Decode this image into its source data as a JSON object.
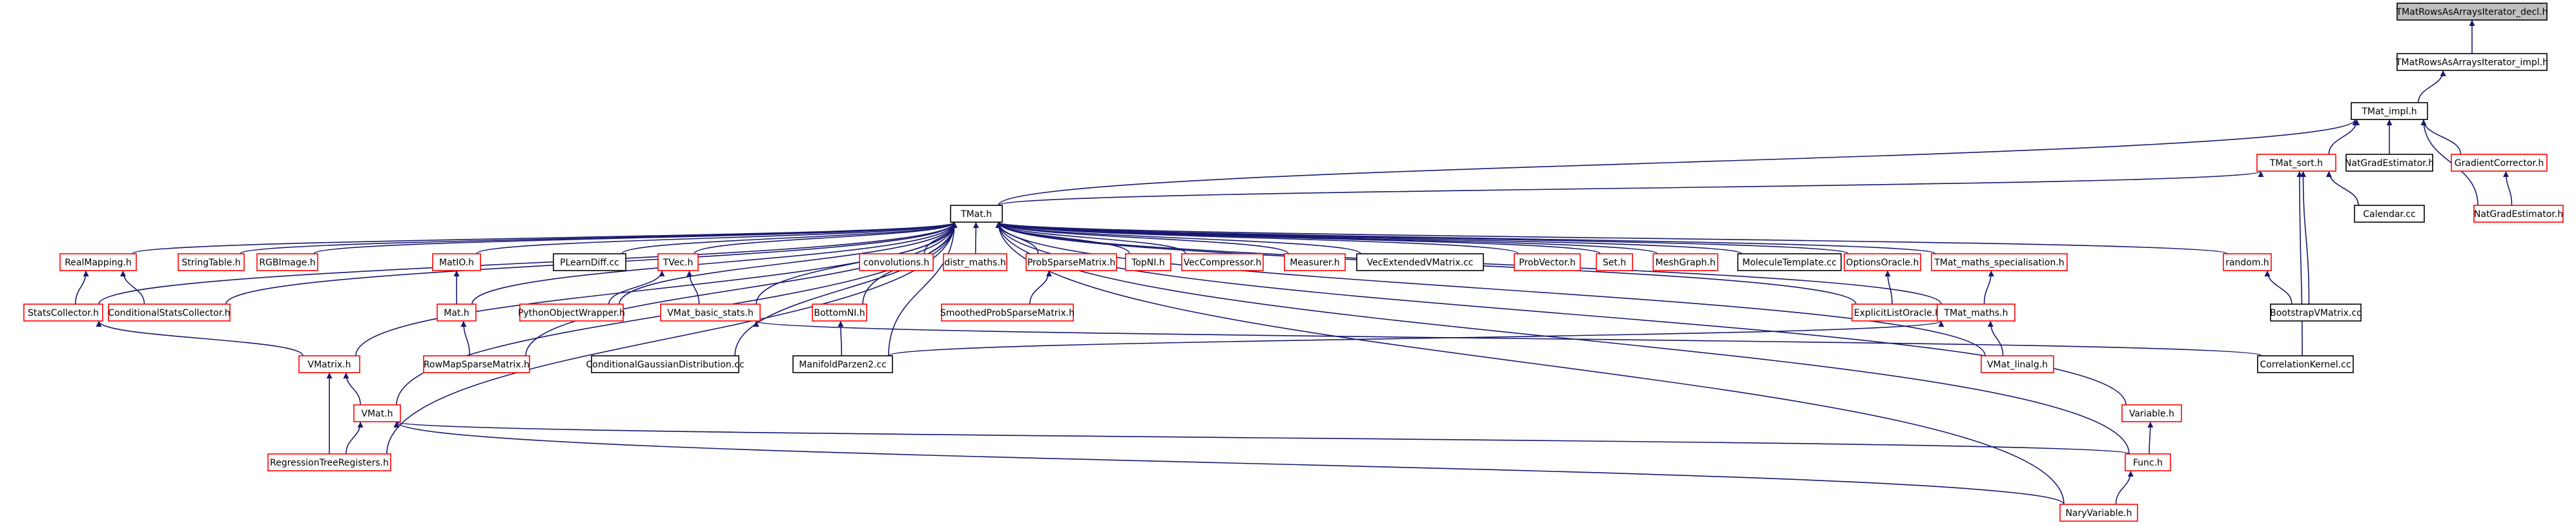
{
  "graph": {
    "type": "include-dependency-graph",
    "colors": {
      "edge": "#191970",
      "root_fill": "#bfbfbf",
      "root_border": "#000000",
      "normal_border": "#000000",
      "truncated_border": "#ff0000",
      "node_fill": "#ffffff"
    },
    "nodes": [
      {
        "id": "root",
        "label": "TMatRowsAsArraysIterator_decl.h",
        "kind": "root"
      },
      {
        "id": "impl_iter",
        "label": "TMatRowsAsArraysIterator_impl.h",
        "kind": "normal"
      },
      {
        "id": "tmat_impl",
        "label": "TMat_impl.h",
        "kind": "normal"
      },
      {
        "id": "tmat_sort",
        "label": "TMat_sort.h",
        "kind": "truncated"
      },
      {
        "id": "natgrad_est",
        "label": "NatGradEstimator.h",
        "kind": "normal"
      },
      {
        "id": "grad_corr",
        "label": "GradientCorrector.h",
        "kind": "truncated"
      },
      {
        "id": "natgrad_est2",
        "label": "NatGradEstimator.h",
        "kind": "truncated"
      },
      {
        "id": "calendar",
        "label": "Calendar.cc",
        "kind": "normal"
      },
      {
        "id": "tmat",
        "label": "TMat.h",
        "kind": "normal"
      },
      {
        "id": "realmapping",
        "label": "RealMapping.h",
        "kind": "truncated"
      },
      {
        "id": "stringtable",
        "label": "StringTable.h",
        "kind": "truncated"
      },
      {
        "id": "rgbimage",
        "label": "RGBImage.h",
        "kind": "truncated"
      },
      {
        "id": "matio",
        "label": "MatIO.h",
        "kind": "truncated"
      },
      {
        "id": "plearndiff",
        "label": "PLearnDiff.cc",
        "kind": "normal"
      },
      {
        "id": "tvec",
        "label": "TVec.h",
        "kind": "truncated"
      },
      {
        "id": "convolutions",
        "label": "convolutions.h",
        "kind": "truncated"
      },
      {
        "id": "distr_maths",
        "label": "distr_maths.h",
        "kind": "truncated"
      },
      {
        "id": "probsparse",
        "label": "ProbSparseMatrix.h",
        "kind": "truncated"
      },
      {
        "id": "topnl",
        "label": "TopNI.h",
        "kind": "truncated"
      },
      {
        "id": "veccomp",
        "label": "VecCompressor.h",
        "kind": "truncated"
      },
      {
        "id": "measurer",
        "label": "Measurer.h",
        "kind": "truncated"
      },
      {
        "id": "vecext",
        "label": "VecExtendedVMatrix.cc",
        "kind": "normal"
      },
      {
        "id": "probvector",
        "label": "ProbVector.h",
        "kind": "truncated"
      },
      {
        "id": "set",
        "label": "Set.h",
        "kind": "truncated"
      },
      {
        "id": "meshgraph",
        "label": "MeshGraph.h",
        "kind": "truncated"
      },
      {
        "id": "moltemplate",
        "label": "MoleculeTemplate.cc",
        "kind": "normal"
      },
      {
        "id": "optoracle",
        "label": "OptionsOracle.h",
        "kind": "truncated"
      },
      {
        "id": "tmat_maths_spec",
        "label": "TMat_maths_specialisation.h",
        "kind": "truncated"
      },
      {
        "id": "random",
        "label": "random.h",
        "kind": "truncated"
      },
      {
        "id": "statscoll",
        "label": "StatsCollector.h",
        "kind": "truncated"
      },
      {
        "id": "condstats",
        "label": "ConditionalStatsCollector.h",
        "kind": "truncated"
      },
      {
        "id": "math",
        "label": "Mat.h",
        "kind": "truncated"
      },
      {
        "id": "pyobjwrap",
        "label": "PythonObjectWrapper.h",
        "kind": "truncated"
      },
      {
        "id": "vmat_basic",
        "label": "VMat_basic_stats.h",
        "kind": "truncated"
      },
      {
        "id": "bottomnl",
        "label": "BottomNI.h",
        "kind": "truncated"
      },
      {
        "id": "smoothprob",
        "label": "SmoothedProbSparseMatrix.h",
        "kind": "truncated"
      },
      {
        "id": "explist",
        "label": "ExplicitListOracle.h",
        "kind": "truncated"
      },
      {
        "id": "tmat_maths",
        "label": "TMat_maths.h",
        "kind": "truncated"
      },
      {
        "id": "bootstrap",
        "label": "BootstrapVMatrix.cc",
        "kind": "normal"
      },
      {
        "id": "vmatrix",
        "label": "VMatrix.h",
        "kind": "truncated"
      },
      {
        "id": "rowmap",
        "label": "RowMapSparseMatrix.h",
        "kind": "truncated"
      },
      {
        "id": "condgauss",
        "label": "ConditionalGaussianDistribution.cc",
        "kind": "normal"
      },
      {
        "id": "manifold",
        "label": "ManifoldParzen2.cc",
        "kind": "normal"
      },
      {
        "id": "vmat_linalg",
        "label": "VMat_linalg.h",
        "kind": "truncated"
      },
      {
        "id": "corrkernel",
        "label": "CorrelationKernel.cc",
        "kind": "normal"
      },
      {
        "id": "vmat",
        "label": "VMat.h",
        "kind": "truncated"
      },
      {
        "id": "variable",
        "label": "Variable.h",
        "kind": "truncated"
      },
      {
        "id": "regtree",
        "label": "RegressionTreeRegisters.h",
        "kind": "truncated"
      },
      {
        "id": "func",
        "label": "Func.h",
        "kind": "truncated"
      },
      {
        "id": "naryvar",
        "label": "NaryVariable.h",
        "kind": "truncated"
      }
    ]
  }
}
